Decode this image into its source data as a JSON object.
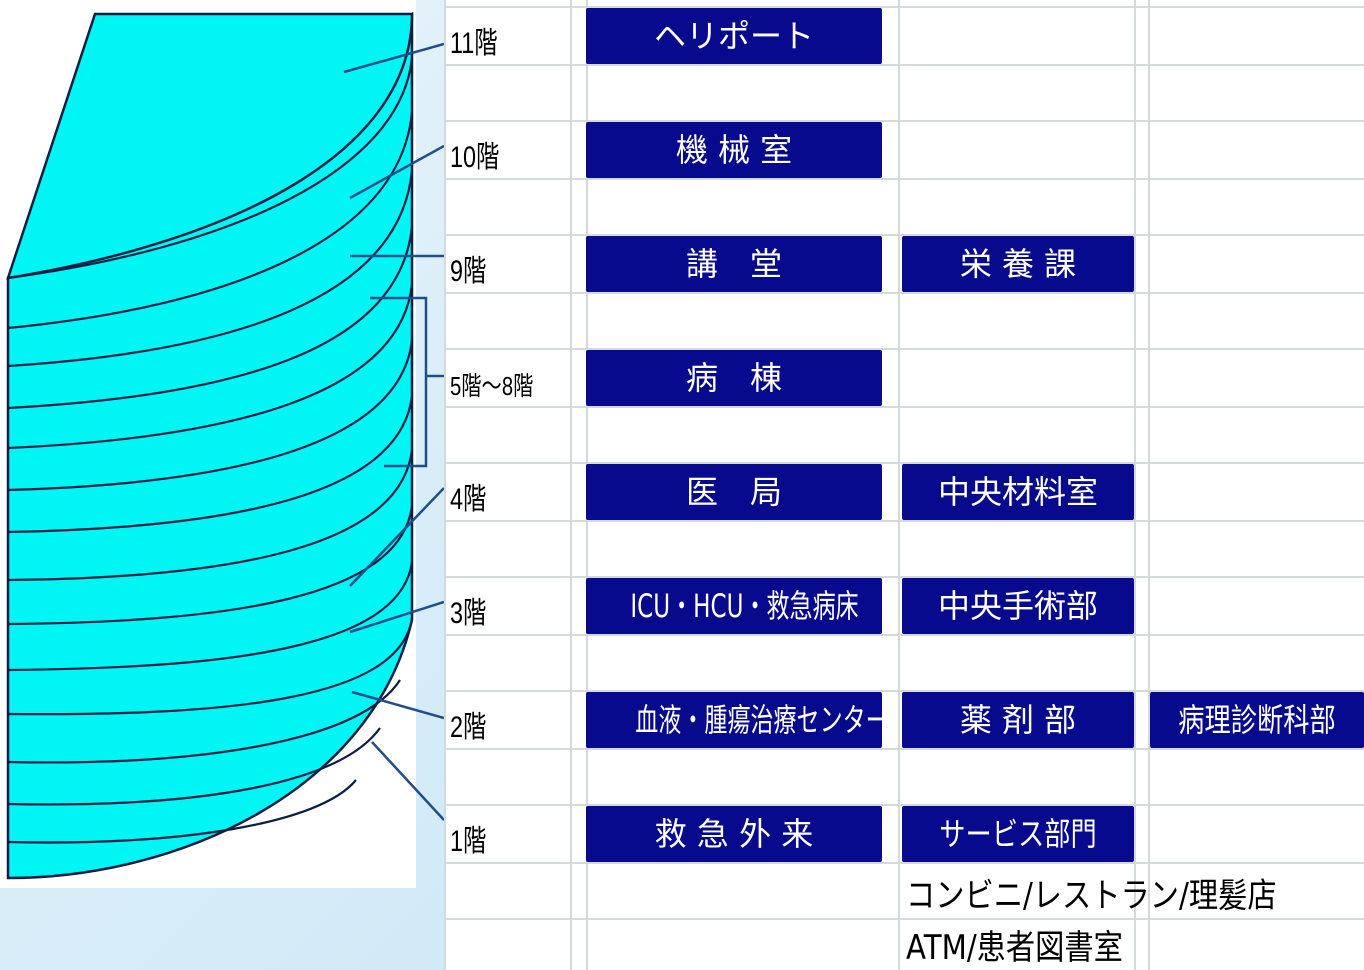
{
  "floors": [
    {
      "label": "11階"
    },
    {
      "label": "10階"
    },
    {
      "label": "9階"
    },
    {
      "label": "5階～8階"
    },
    {
      "label": "4階"
    },
    {
      "label": "3階"
    },
    {
      "label": "2階"
    },
    {
      "label": "1階"
    }
  ],
  "departments": {
    "heliport": "ヘリポート",
    "machine_room": "機 械 室",
    "auditorium": "講　堂",
    "nutrition": "栄 養 課",
    "wards": "病　棟",
    "medical_office": "医　局",
    "central_supply": "中央材料室",
    "icu": "ICU・HCU・救急病床",
    "surgery": "中央手術部",
    "hematology": "血液・腫瘍治療センター",
    "pharmacy": "薬 剤 部",
    "pathology": "病理診断科部",
    "emergency": "救 急 外 来",
    "services": "サービス部門"
  },
  "facilities": {
    "line1": "コンビニ/レストラン/理髪店",
    "line2": "ATM/患者図書室"
  },
  "colors": {
    "building_fill": "#00f6f4",
    "department_box": "#070a8c",
    "leader_line": "#1f4e89"
  }
}
